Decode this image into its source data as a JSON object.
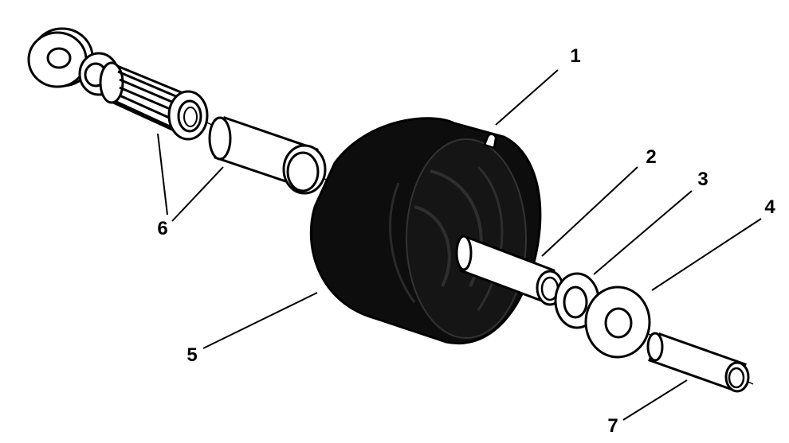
{
  "figure": {
    "callouts": [
      {
        "id": "1",
        "text": "1"
      },
      {
        "id": "2",
        "text": "2"
      },
      {
        "id": "3",
        "text": "3"
      },
      {
        "id": "4",
        "text": "4"
      },
      {
        "id": "5",
        "text": "5"
      },
      {
        "id": "6",
        "text": "6"
      },
      {
        "id": "7",
        "text": "7"
      }
    ]
  }
}
